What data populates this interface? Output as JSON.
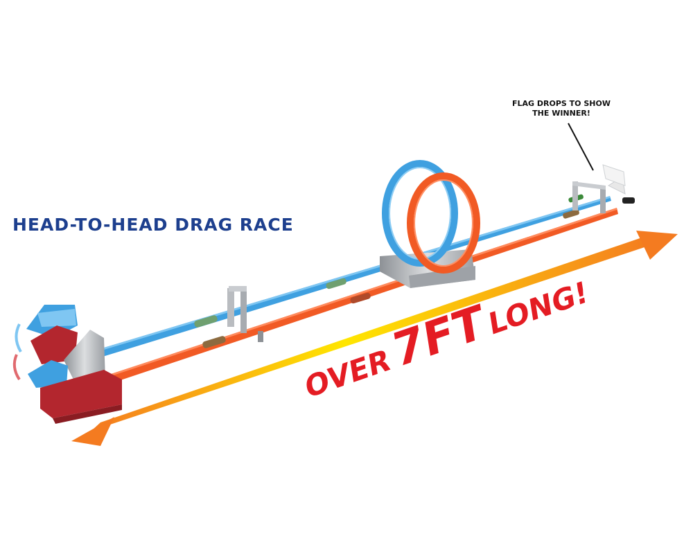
{
  "headline": "HEAD-TO-HEAD DRAG RACE",
  "callout": {
    "line1": "FLAG DROPS TO SHOW",
    "line2": "THE WINNER!"
  },
  "length_label": {
    "prefix": "OVER",
    "emphasis": "7FT",
    "suffix": "LONG!"
  },
  "colors": {
    "headline": "#1d3f8e",
    "length_text": "#e41c23",
    "arrow_start": "#f47b20",
    "arrow_mid": "#ffe600",
    "arrow_end": "#f47b20",
    "track_blue": "#3fa0e0",
    "track_orange": "#f15a24",
    "launcher_red": "#b3262e",
    "launcher_gray": "#b9bcc0"
  },
  "icons": {
    "arrow": "double-headed-arrow",
    "flag": "checkered-flag"
  }
}
